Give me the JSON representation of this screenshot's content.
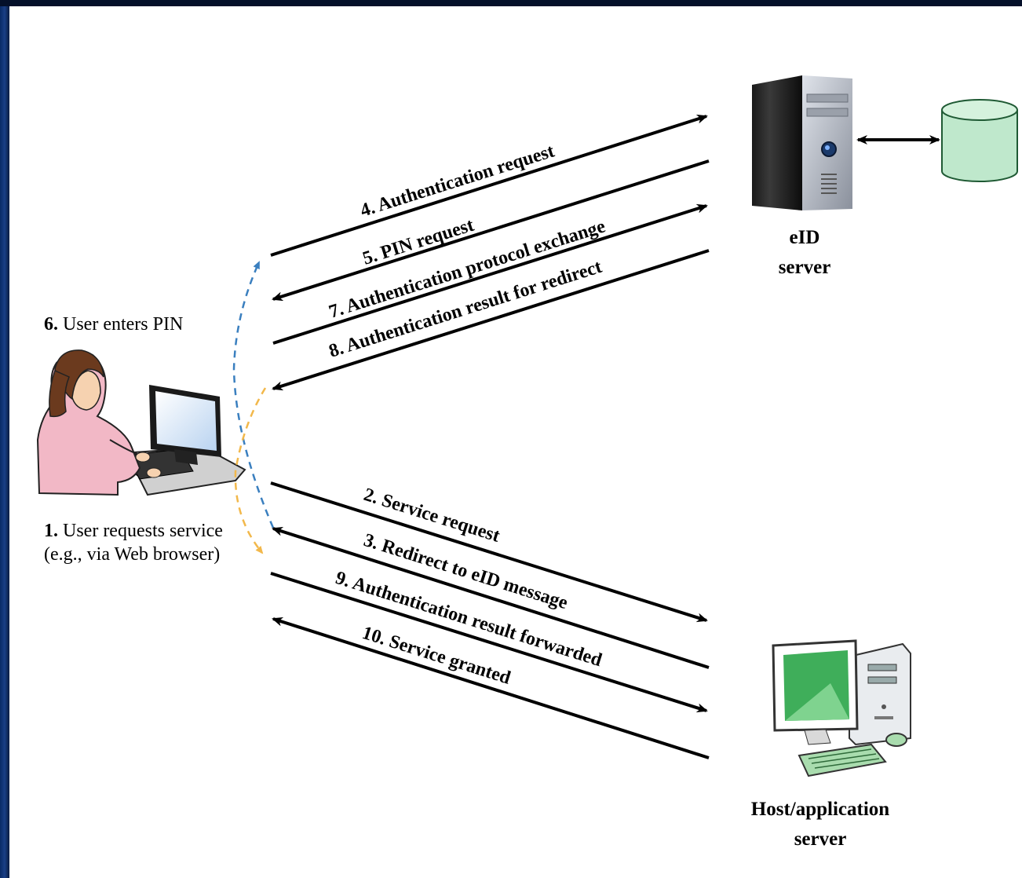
{
  "eid_server": {
    "line1": "eID",
    "line2": "server"
  },
  "host_server": {
    "line1": "Host/application",
    "line2": "server"
  },
  "user": {
    "step6_num": "6.",
    "step6_text": " User enters PIN",
    "step1_num": "1.",
    "step1_text": " User requests service",
    "step1_sub": "(e.g., via Web browser)"
  },
  "messages": {
    "m4": "4. Authentication request",
    "m5": "5. PIN request",
    "m7": "7. Authentication protocol exchange",
    "m8": "8. Authentication result for redirect",
    "m2": "2. Service request",
    "m3": "3. Redirect to eID message",
    "m9": "9. Authentication result forwarded",
    "m10": "10. Service granted"
  },
  "colors": {
    "blue_dashed": "#3a7fbf",
    "yellow_dashed": "#f2b84b",
    "database": "#bfe8cc",
    "monitor_green": "#3fae5a"
  }
}
